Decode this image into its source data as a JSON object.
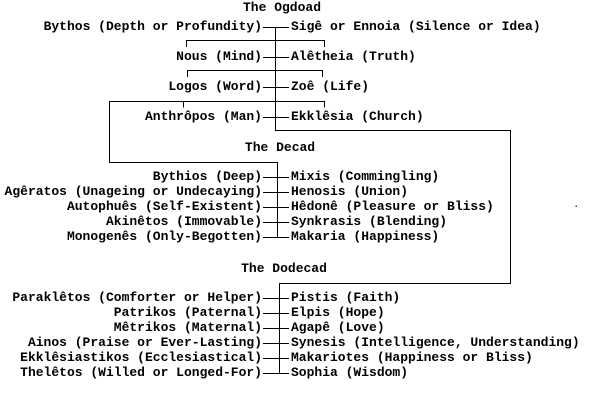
{
  "diagram": {
    "background_color": "#ffffff",
    "line_color": "#000000",
    "text_color": "#000000",
    "sections": [
      {
        "id": "ogdoad",
        "title": "The Ogdoad",
        "pairs": [
          {
            "left": "Bythos (Depth or Profundity)",
            "right": "Sigê or Ennoia (Silence or Idea)"
          },
          {
            "left": "Nous (Mind)",
            "right": "Alêtheia (Truth)"
          },
          {
            "left": "Logos (Word)",
            "right": "Zoê (Life)"
          },
          {
            "left": "Anthrôpos (Man)",
            "right": "Ekklêsia (Church)"
          }
        ]
      },
      {
        "id": "decad",
        "title": "The Decad",
        "pairs": [
          {
            "left": "Bythios (Deep)",
            "right": "Mixis (Commingling)"
          },
          {
            "left": "Agêratos (Unageing or Undecaying)",
            "right": "Henosis (Union)"
          },
          {
            "left": "Autophuês (Self-Existent)",
            "right": "Hêdonê (Pleasure or Bliss)"
          },
          {
            "left": "Akinêtos (Immovable)",
            "right": "Synkrasis (Blending)"
          },
          {
            "left": "Monogenês (Only-Begotten)",
            "right": "Makaria (Happiness)"
          }
        ]
      },
      {
        "id": "dodecad",
        "title": "The Dodecad",
        "pairs": [
          {
            "left": "Paraklêtos (Comforter or Helper)",
            "right": "Pistis (Faith)"
          },
          {
            "left": "Patrikos (Paternal)",
            "right": "Elpis (Hope)"
          },
          {
            "left": "Mêtrikos (Maternal)",
            "right": "Agapê (Love)"
          },
          {
            "left": "Ainos (Praise or Ever-Lasting)",
            "right": "Synesis (Intelligence, Understanding)"
          },
          {
            "left": "Ekklêsiastikos (Ecclesiastical)",
            "right": "Makariotes (Happiness or Bliss)"
          },
          {
            "left": "Thelêtos (Willed or Longed-For)",
            "right": "Sophia (Wisdom)"
          }
        ]
      }
    ]
  }
}
